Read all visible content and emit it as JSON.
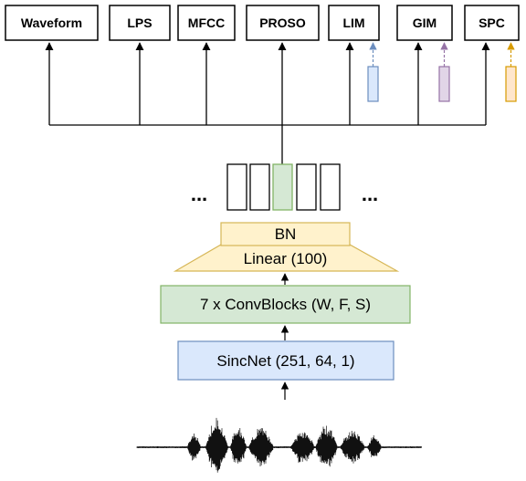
{
  "workers": [
    {
      "id": "waveform",
      "label": "Waveform"
    },
    {
      "id": "lps",
      "label": "LPS"
    },
    {
      "id": "mfcc",
      "label": "MFCC"
    },
    {
      "id": "proso",
      "label": "PROSO"
    },
    {
      "id": "lim",
      "label": "LIM"
    },
    {
      "id": "gim",
      "label": "GIM"
    },
    {
      "id": "spc",
      "label": "SPC"
    }
  ],
  "embedding": {
    "left_dots": "...",
    "right_dots": "..."
  },
  "encoder": {
    "bn_label": "BN",
    "linear_label": "Linear (100)",
    "convblocks_label": "7 x ConvBlocks (W, F, S)",
    "sincnet_label": "SincNet (251, 64, 1)"
  },
  "colors": {
    "bn_fill": "#fff2cc",
    "bn_stroke": "#d6b656",
    "conv_fill": "#d5e8d4",
    "conv_stroke": "#82b366",
    "sinc_fill": "#dae8fc",
    "sinc_stroke": "#6c8ebf",
    "lim_fill": "#dae8fc",
    "lim_stroke": "#6c8ebf",
    "gim_fill": "#e1d5e7",
    "gim_stroke": "#9673a6",
    "spc_fill": "#ffe6cc",
    "spc_stroke": "#d79b00"
  }
}
